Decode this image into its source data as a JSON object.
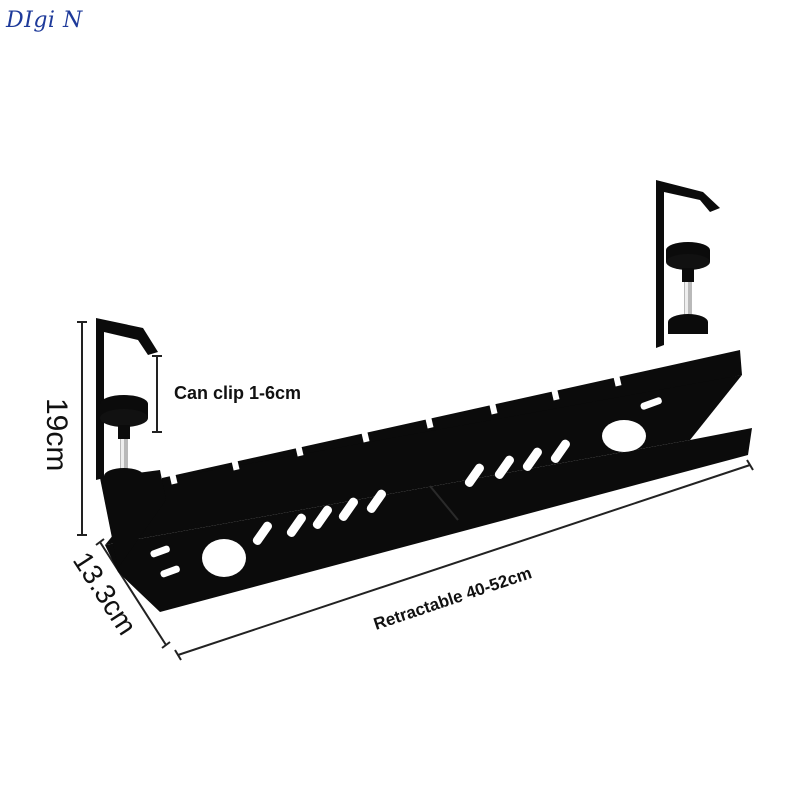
{
  "brand": {
    "text": "DIgi N",
    "color": "#1e3a9a"
  },
  "labels": {
    "clip_range": "Can clip 1-6cm",
    "height": "19cm",
    "depth": "13.3cm",
    "length": "Retractable 40-52cm"
  },
  "colors": {
    "product": "#0b0b0b",
    "holes": "#ffffff",
    "dimension_line": "#222222"
  }
}
